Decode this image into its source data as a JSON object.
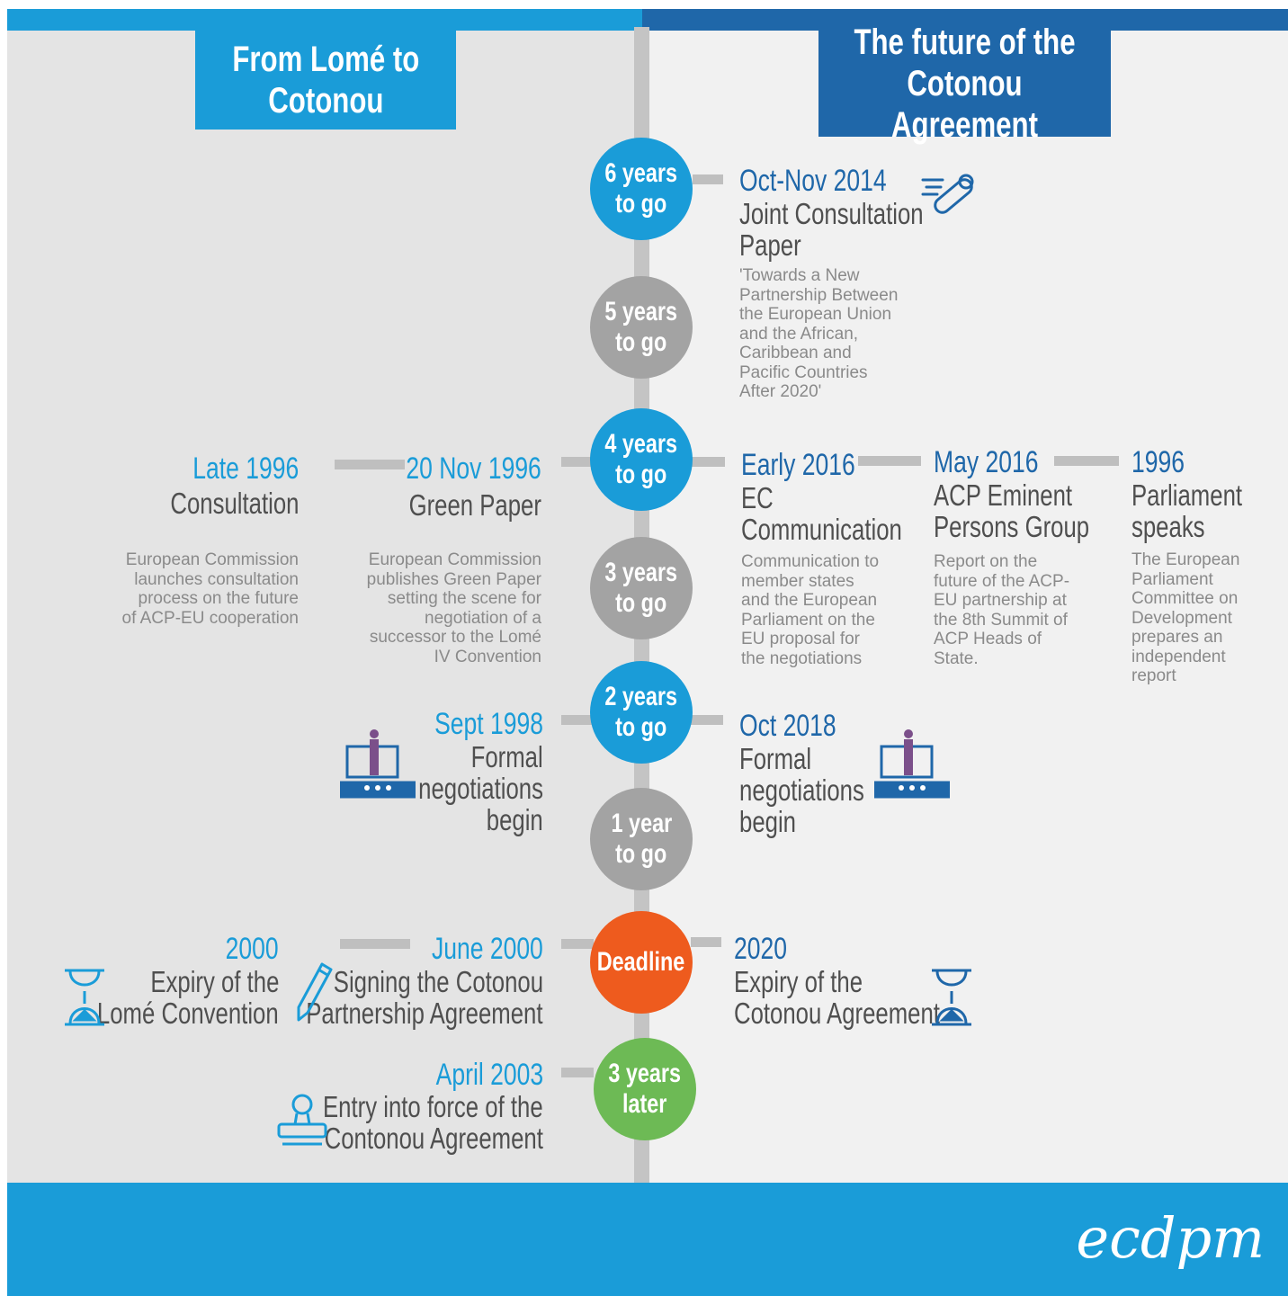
{
  "headers": {
    "left": [
      "From Lomé to",
      "Cotonou"
    ],
    "right": [
      "The future of the",
      "Cotonou Agreement"
    ]
  },
  "milestones": [
    {
      "line1": "6 years",
      "line2": "to go"
    },
    {
      "line1": "5 years",
      "line2": "to go"
    },
    {
      "line1": "4 years",
      "line2": "to go"
    },
    {
      "line1": "3 years",
      "line2": "to go"
    },
    {
      "line1": "2 years",
      "line2": "to go"
    },
    {
      "line1": "1 year",
      "line2": "to go"
    },
    {
      "line1": "Deadline",
      "line2": ""
    },
    {
      "line1": "3 years",
      "line2": "later"
    }
  ],
  "left_events": {
    "late1996": {
      "date": "Late 1996",
      "title": "Consultation",
      "desc": [
        "European Commission",
        "launches consultation",
        "process on the future",
        "of ACP-EU cooperation"
      ]
    },
    "nov1996": {
      "date": "20 Nov 1996",
      "title": "Green Paper",
      "desc": [
        "European Commission",
        "publishes Green Paper",
        "setting the scene for",
        "negotiation of a",
        "successor to the Lomé",
        "IV Convention"
      ]
    },
    "sept1998": {
      "date": "Sept 1998",
      "title": [
        "Formal",
        "negotiations",
        "begin"
      ]
    },
    "y2000": {
      "date": "2000",
      "title": [
        "Expiry of the",
        "Lomé Convention"
      ]
    },
    "june2000": {
      "date": "June 2000",
      "title": [
        "Signing the Cotonou",
        "Partnership Agreement"
      ]
    },
    "april2003": {
      "date": "April 2003",
      "title": [
        "Entry into force of the",
        "Contonou Agreement"
      ]
    }
  },
  "right_events": {
    "oct2014": {
      "date": "Oct-Nov 2014",
      "title": [
        "Joint Consultation",
        "Paper"
      ],
      "desc": [
        "'Towards a New",
        "Partnership Between",
        "the European Union",
        "and the African,",
        "Caribbean and",
        "Pacific Countries",
        "After 2020'"
      ]
    },
    "early2016": {
      "date": "Early 2016",
      "title": [
        "EC",
        "Communication"
      ],
      "desc": [
        "Communication to",
        "member states",
        "and the European",
        "Parliament on the",
        "EU proposal for",
        "the negotiations"
      ]
    },
    "may2016": {
      "date": "May 2016",
      "title": [
        "ACP Eminent",
        "Persons Group"
      ],
      "desc": [
        "Report on the",
        "future of the ACP-",
        "EU partnership at",
        "the 8th Summit of",
        "ACP Heads of",
        "State."
      ]
    },
    "y1996": {
      "date": "1996",
      "title": [
        "Parliament",
        "speaks"
      ],
      "desc": [
        "The European",
        "Parliament",
        "Committee on",
        "Development",
        "prepares an",
        "independent",
        "report"
      ]
    },
    "oct2018": {
      "date": "Oct 2018",
      "title": [
        "Formal",
        "negotiations",
        "begin"
      ]
    },
    "y2020": {
      "date": "2020",
      "title": [
        "Expiry of the",
        "Cotonou Agreement"
      ]
    }
  },
  "footer": {
    "logo": "ecdpm"
  },
  "colors": {
    "blue": "#1a9cd8",
    "dark_blue": "#1f67a9",
    "orange": "#ee5b1e",
    "green": "#6dba55",
    "grey": "#a3a3a3"
  }
}
